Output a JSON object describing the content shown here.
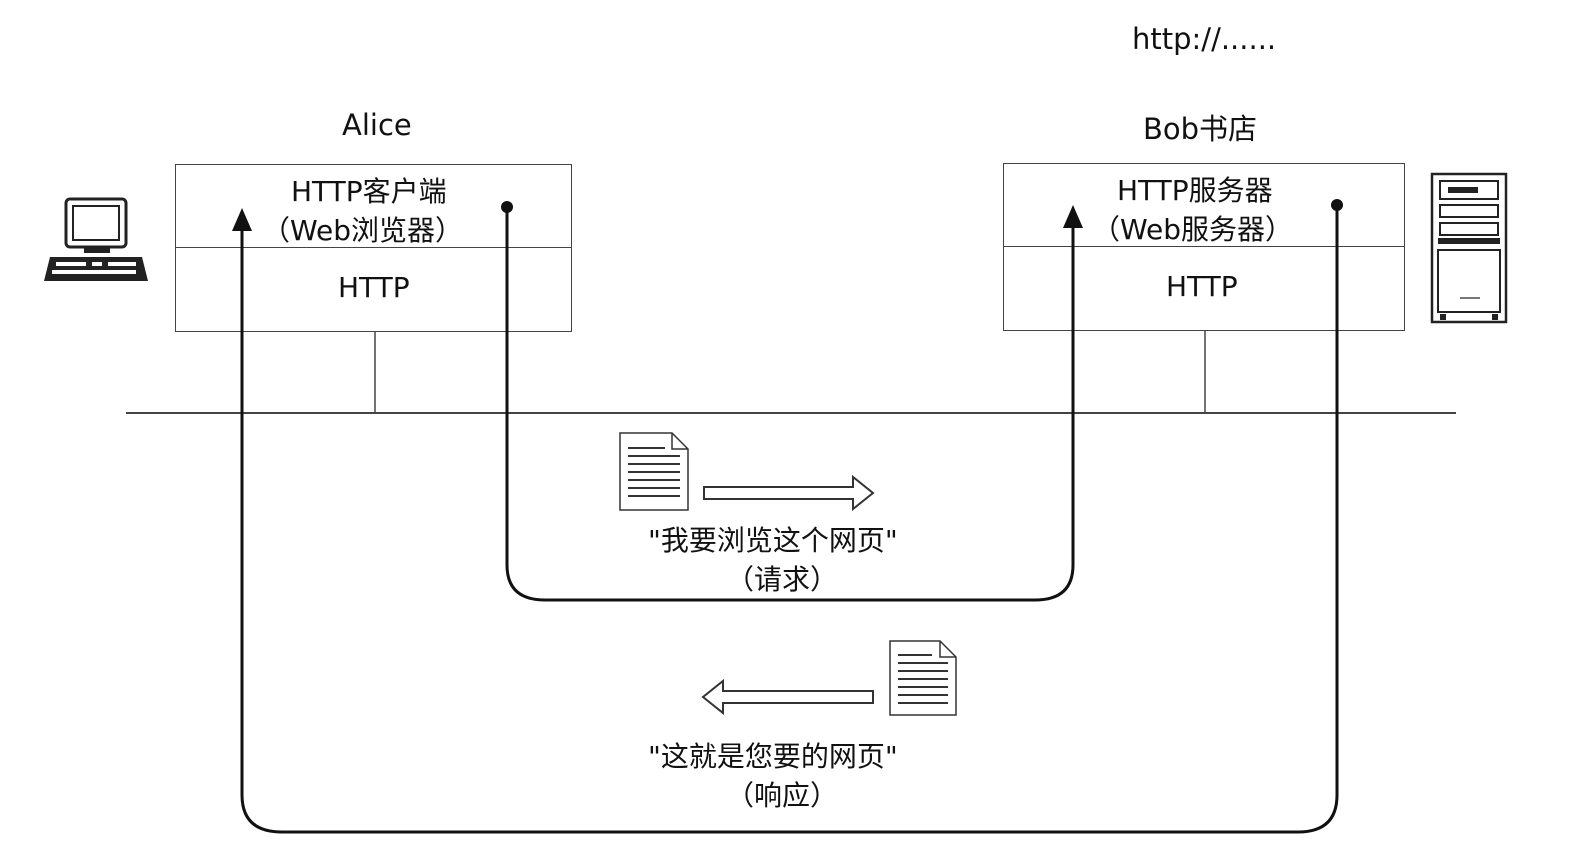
{
  "url": "http://......",
  "alice": {
    "name": "Alice",
    "client_line1": "HTTP客户端",
    "client_line2": "（Web浏览器）",
    "protocol": "HTTP"
  },
  "bob": {
    "name": "Bob书店",
    "server_line1": "HTTP服务器",
    "server_line2": "（Web服务器）",
    "protocol": "HTTP"
  },
  "request": {
    "text": "\"我要浏览这个网页\"",
    "label": "（请求）"
  },
  "response": {
    "text": "\"这就是您要的网页\"",
    "label": "（响应）"
  },
  "icons": {
    "client": "desktop-computer-icon",
    "server": "server-tower-icon",
    "request_doc": "document-icon",
    "response_doc": "document-icon"
  }
}
